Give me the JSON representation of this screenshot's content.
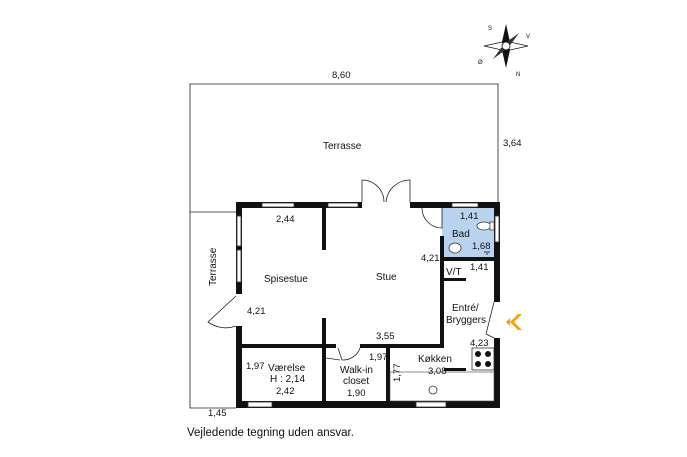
{
  "plan": {
    "outer_dims": {
      "top_width": "8,60",
      "right_height": "3,64",
      "bottom_left": "1,45"
    },
    "rooms": {
      "terrasse_top": "Terrasse",
      "terrasse_left": "Terrasse",
      "spisestue": "Spisestue",
      "stue": "Stue",
      "bad": "Bad",
      "vt": "V/T",
      "entre_line1": "Entré/",
      "entre_line2": "Bryggers",
      "koekken": "Køkken",
      "vaerelse": "Værelse",
      "vaerelse_height": "H : 2,14",
      "walkin_line1": "Walk-in",
      "walkin_line2": "closet"
    },
    "dims": {
      "spisestue_width": "2,44",
      "spisestue_height": "4,21",
      "stue_height": "4,21",
      "stue_width": "3,55",
      "bad_width": "1,41",
      "bad_height": "1,68",
      "vt_width": "1,41",
      "entre_height": "4,23",
      "koekken_width": "3,08",
      "koekken_height": "1,77",
      "walkin_height": "1,97",
      "walkin_width": "1,90",
      "vaerelse_height_dim": "1,97",
      "vaerelse_width": "2,42"
    },
    "compass": {
      "n": "N",
      "s": "S",
      "v": "V",
      "o": "Ø"
    },
    "colors": {
      "bathroom": "#b9d3ef",
      "walls": "#111111",
      "entrance_arrow": "#f0a30a"
    }
  },
  "caption": "Vejledende tegning uden ansvar."
}
